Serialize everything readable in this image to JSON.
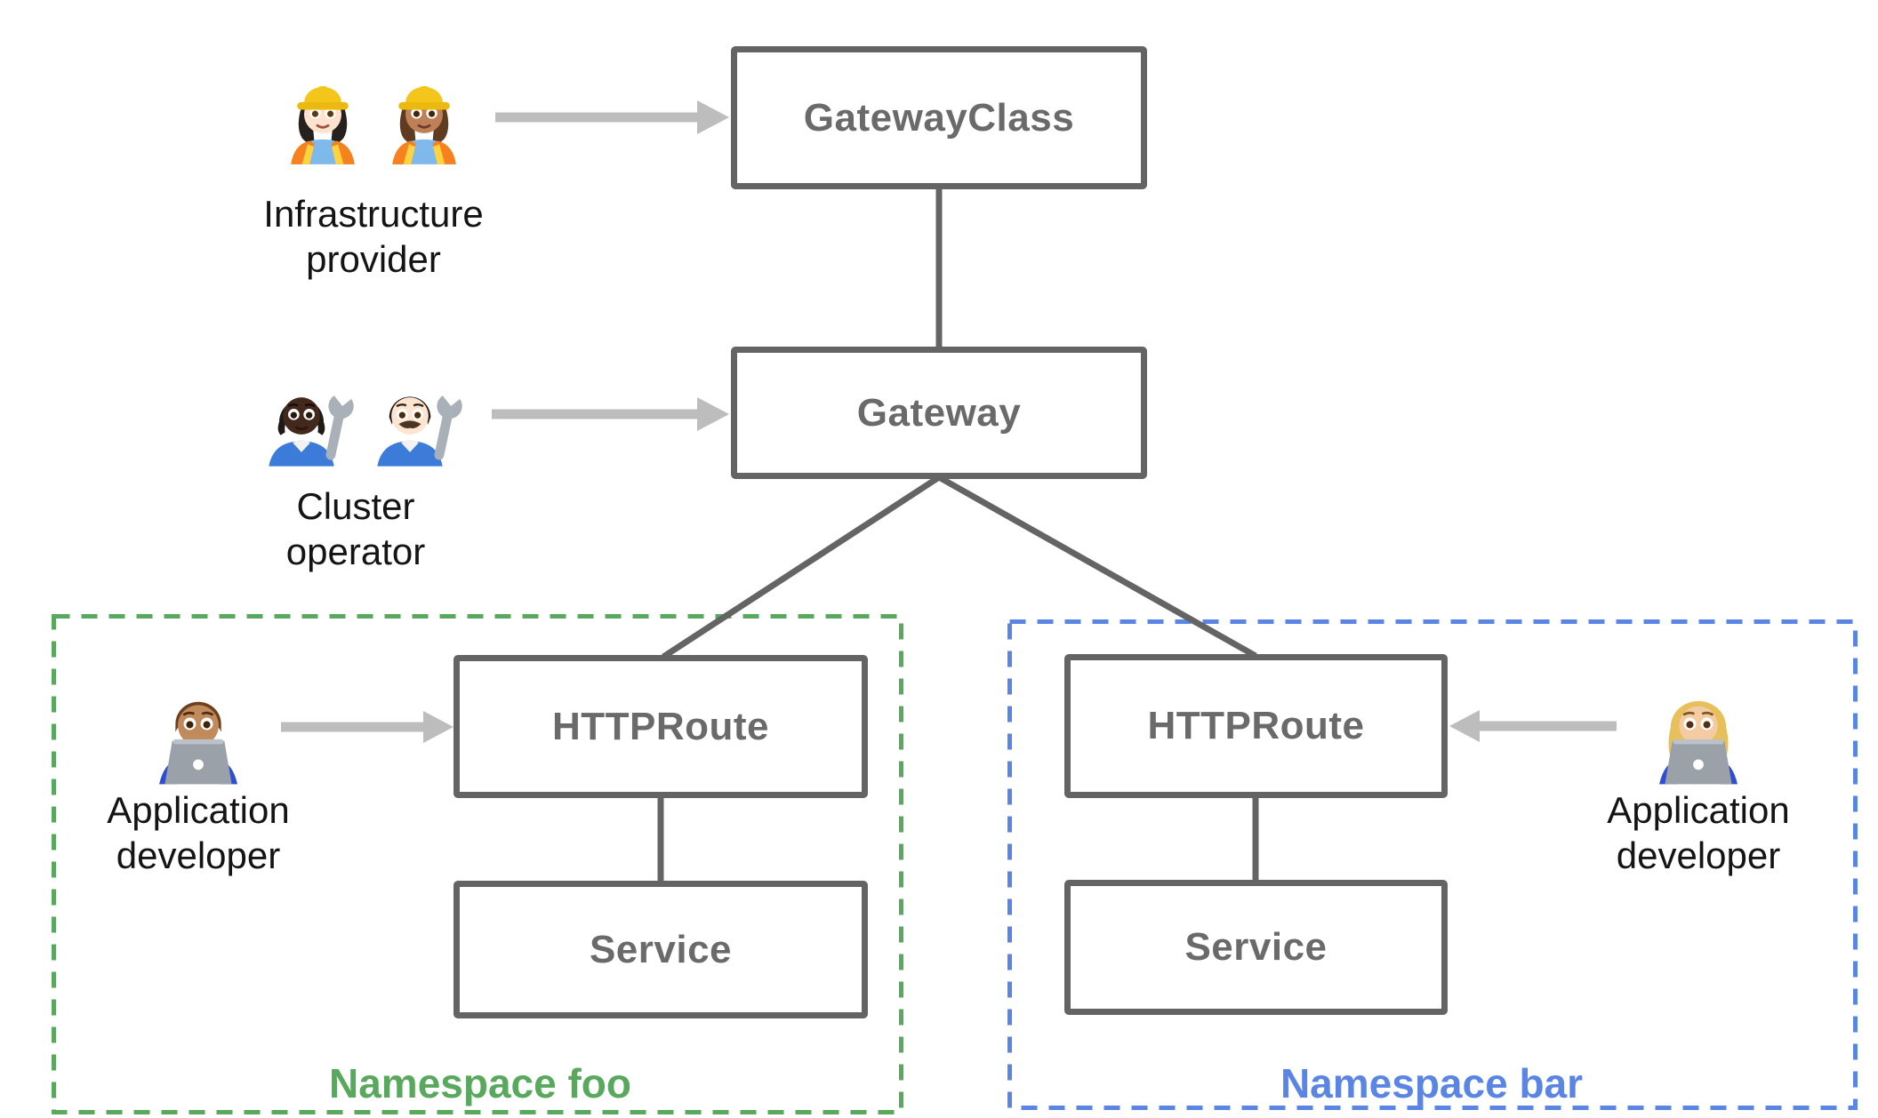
{
  "colors": {
    "background": "#ffffff",
    "box_border": "#646464",
    "box_label": "#6a6a6a",
    "connector": "#646464",
    "arrow": "#bdbdbd",
    "persona_label": "#141414"
  },
  "nodes": {
    "gateway_class": {
      "label": "GatewayClass"
    },
    "gateway": {
      "label": "Gateway"
    },
    "httproute_foo": {
      "label": "HTTPRoute"
    },
    "service_foo": {
      "label": "Service"
    },
    "httproute_bar": {
      "label": "HTTPRoute"
    },
    "service_bar": {
      "label": "Service"
    }
  },
  "personas": {
    "infrastructure_provider": {
      "label": "Infrastructure provider",
      "icons": [
        "woman-construction-worker-light-skin-icon",
        "woman-construction-worker-medium-skin-icon"
      ]
    },
    "cluster_operator": {
      "label": "Cluster operator",
      "icons": [
        "person-mechanic-dark-skin-icon",
        "man-mechanic-light-skin-icon"
      ]
    },
    "application_developer_foo": {
      "label": "Application developer",
      "icons": [
        "man-technologist-icon"
      ]
    },
    "application_developer_bar": {
      "label": "Application developer",
      "icons": [
        "woman-technologist-icon"
      ]
    }
  },
  "namespaces": {
    "foo": {
      "label": "Namespace foo",
      "color": "#58A85E"
    },
    "bar": {
      "label": "Namespace bar",
      "color": "#5A85E5"
    }
  }
}
